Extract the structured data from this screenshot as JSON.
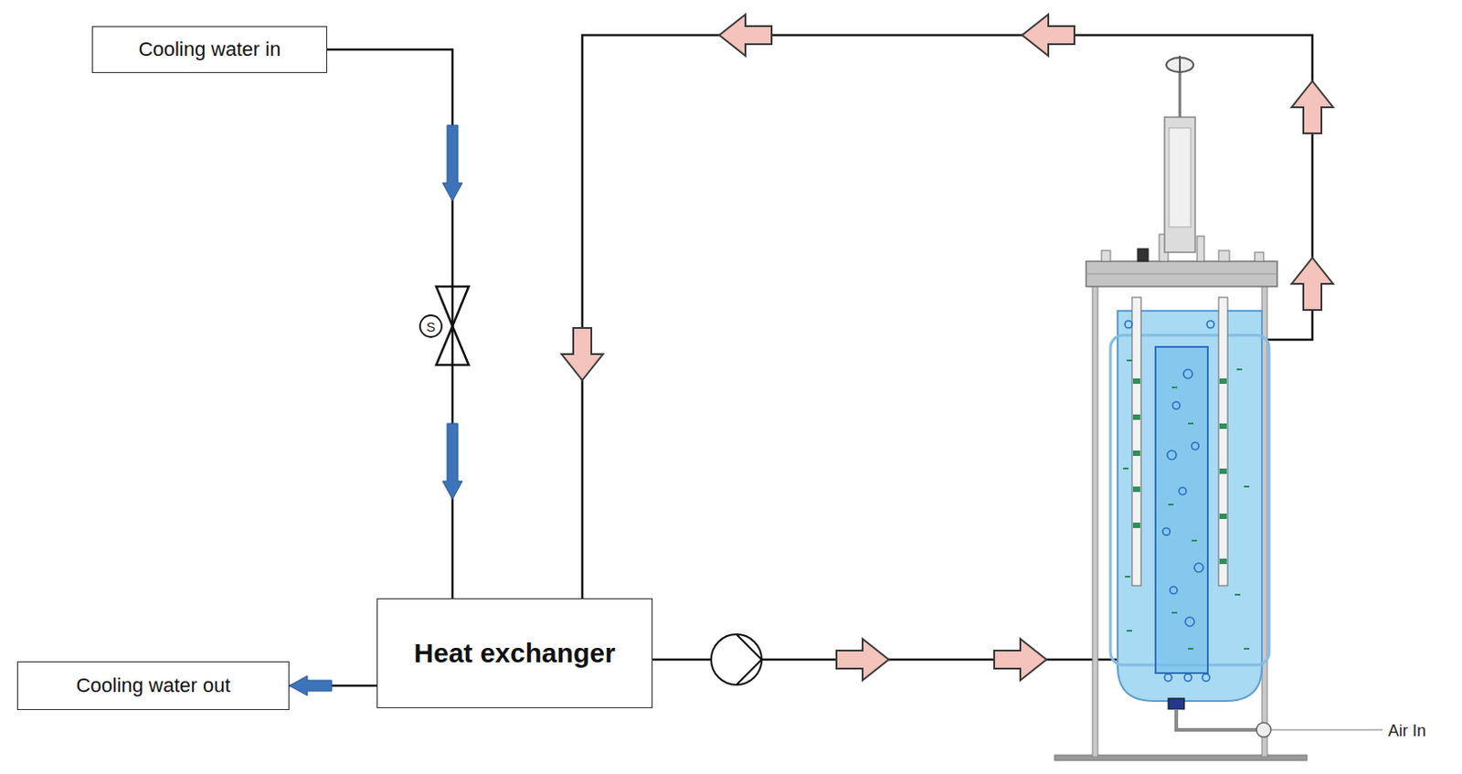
{
  "diagram": {
    "nodes": [
      {
        "text": [
          "Cooling water in"
        ]
      },
      {
        "text": [
          "Heat exchanger"
        ]
      },
      {
        "text": [
          "Cooling water out"
        ]
      }
    ],
    "edges": [
      {
        "from": 0,
        "to": 1,
        "arrow": "to"
      },
      {
        "from": 1,
        "to": 2,
        "arrow": "to"
      }
    ],
    "labels": [
      "S",
      "Air In"
    ]
  }
}
